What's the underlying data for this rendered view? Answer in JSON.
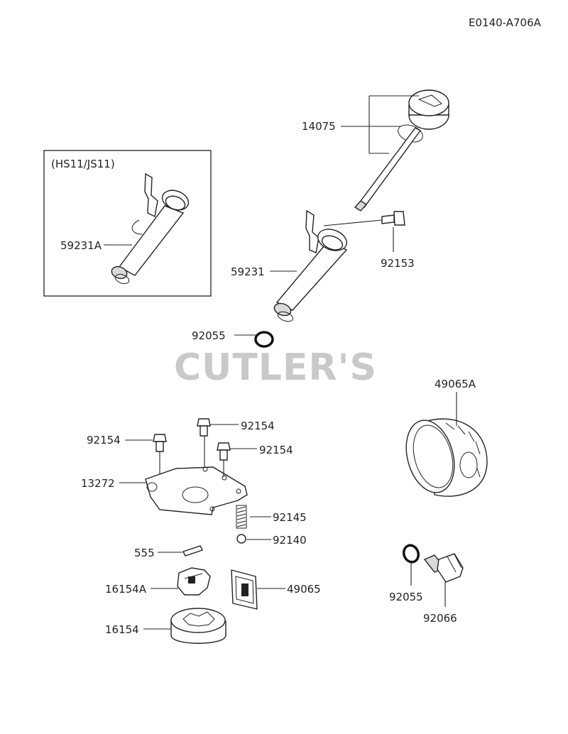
{
  "diagram_code": "E0140-A706A",
  "watermark": "CUTLER'S",
  "inset": {
    "title": "(HS11/JS11)"
  },
  "labels": {
    "oil_cap_dipstick": "14075",
    "filler_tube_alt": "59231A",
    "filler_tube": "59231",
    "bolt_tube": "92153",
    "oring_tube": "92055",
    "oil_filter": "49065A",
    "bolt_1": "92154",
    "bolt_2": "92154",
    "bolt_3": "92154",
    "cover": "13272",
    "spring": "92145",
    "ball": "92140",
    "pin": "555",
    "inner_rotor": "16154A",
    "screen": "49065",
    "outer_rotor": "16154",
    "oring_plug": "92055",
    "drain_plug": "92066"
  }
}
